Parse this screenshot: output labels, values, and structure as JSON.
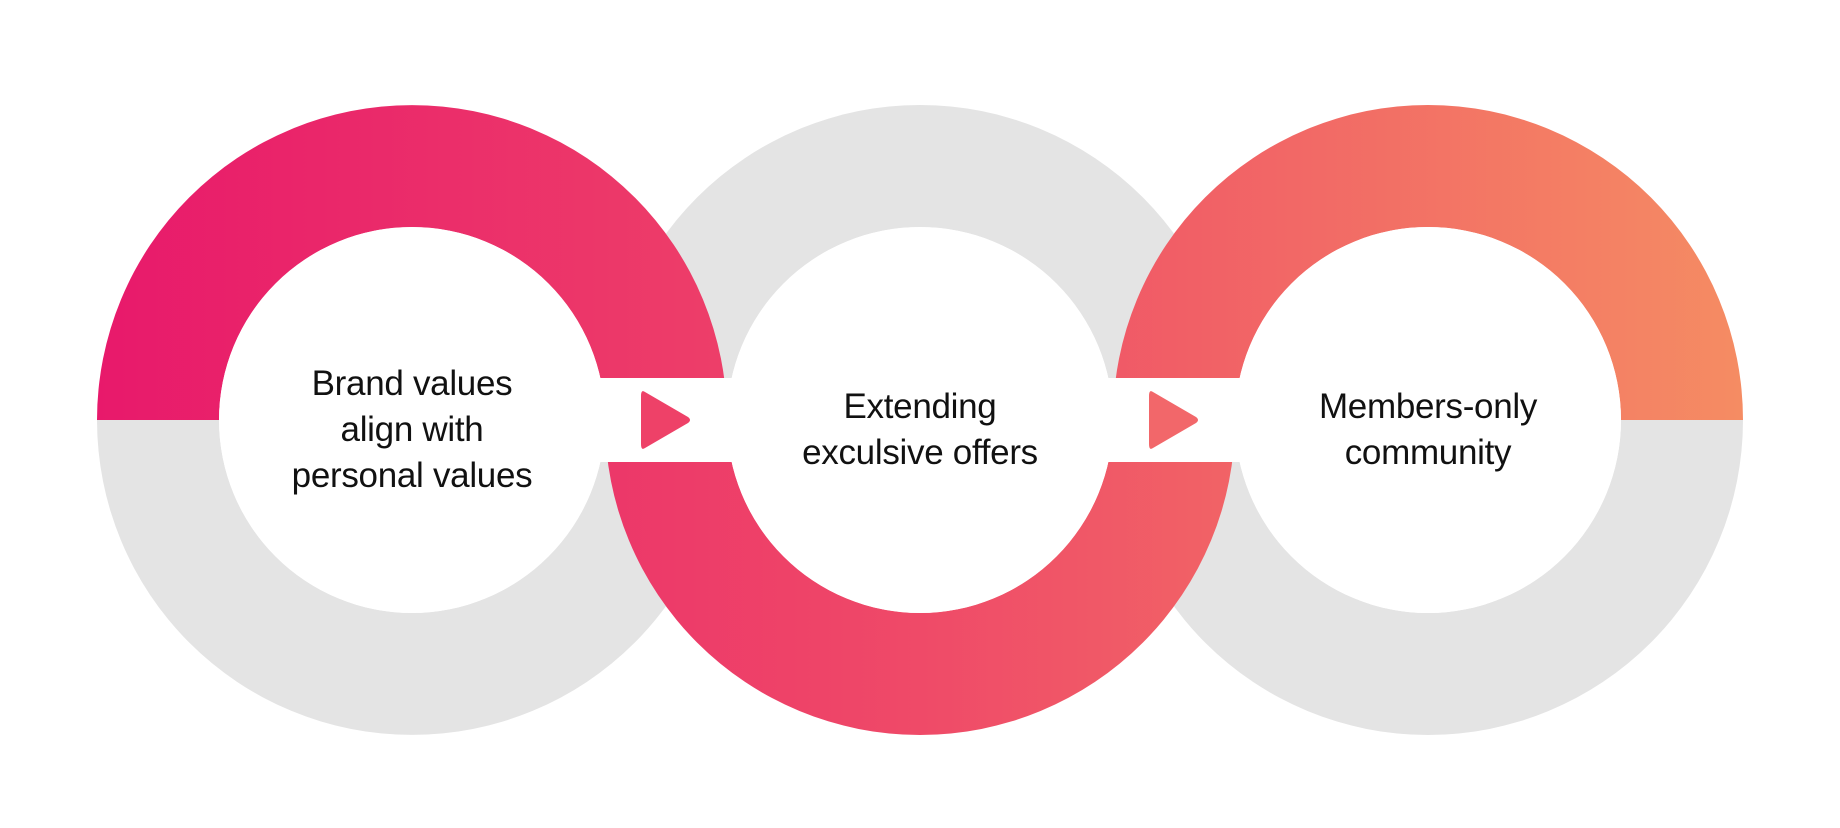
{
  "diagram": {
    "type": "process-flow",
    "steps": [
      {
        "lines": [
          "Brand values",
          "align with",
          "personal values"
        ],
        "highlight": "top"
      },
      {
        "lines": [
          "Extending",
          "exculsive offers"
        ],
        "highlight": "bottom"
      },
      {
        "lines": [
          "Members-only",
          "community"
        ],
        "highlight": "top"
      }
    ],
    "connectors": [
      {
        "from": 0,
        "to": 1,
        "icon": "play-triangle-icon"
      },
      {
        "from": 1,
        "to": 2,
        "icon": "play-triangle-icon"
      }
    ],
    "colors": {
      "gradient_start": "#E8196B",
      "gradient_mid": "#EF4A68",
      "gradient_end": "#F58C63",
      "ring_inactive": "#E4E4E4",
      "background": "#FFFFFF",
      "text": "#111111",
      "arrow_1": "#EE4168",
      "arrow_2": "#F2676A"
    }
  }
}
